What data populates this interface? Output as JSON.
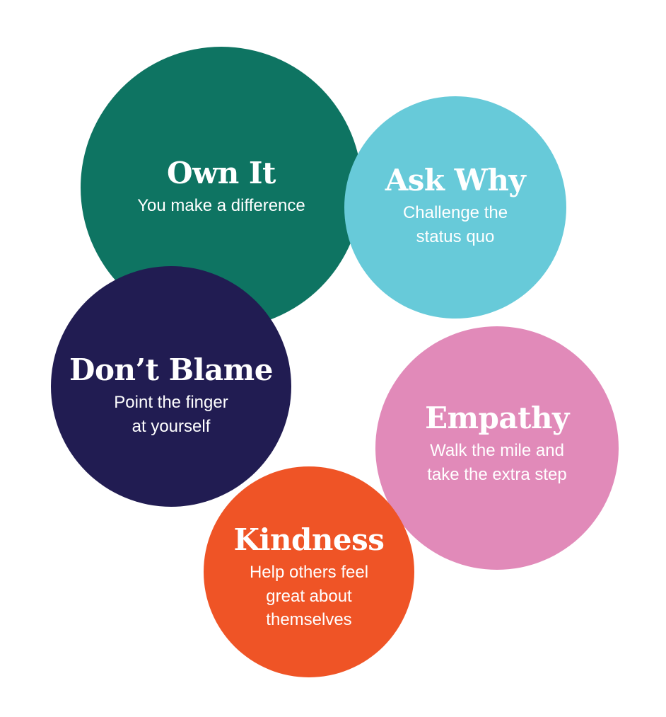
{
  "values": [
    {
      "id": "own-it",
      "title": "Own It",
      "subtitle_lines": [
        "You make a difference"
      ],
      "color": "#0E7462"
    },
    {
      "id": "ask-why",
      "title": "Ask Why",
      "subtitle_lines": [
        "Challenge the",
        "status quo"
      ],
      "color": "#67CAD9"
    },
    {
      "id": "dont-blame",
      "title": "Don’t Blame",
      "subtitle_lines": [
        "Point the finger",
        "at yourself"
      ],
      "color": "#211C52"
    },
    {
      "id": "empathy",
      "title": "Empathy",
      "subtitle_lines": [
        "Walk the mile and",
        "take the extra step"
      ],
      "color": "#E18AB9"
    },
    {
      "id": "kindness",
      "title": "Kindness",
      "subtitle_lines": [
        "Help others feel",
        "great about",
        "themselves"
      ],
      "color": "#EF5426"
    }
  ]
}
